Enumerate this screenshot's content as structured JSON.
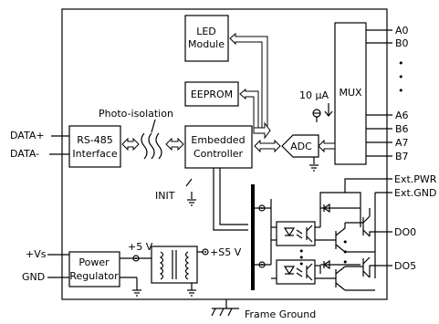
{
  "header": {
    "title": "Block Diagram"
  },
  "blocks": {
    "led": [
      "LED",
      "Module"
    ],
    "eeprom": "EEPROM",
    "mux": "MUX",
    "controller": [
      "Embedded",
      "Controller"
    ],
    "rs485": [
      "RS-485",
      "Interface"
    ],
    "adc": "ADC",
    "power": [
      "Power",
      "Regulator"
    ]
  },
  "labels": {
    "photo_isolation": "Photo-isolation",
    "current_source": "10 µA",
    "init": "INIT",
    "plus5v": "+5 V",
    "s5v": "+S5 V",
    "frame_ground": "Frame Ground"
  },
  "left_pins": {
    "data_plus": "DATA+",
    "data_minus": "DATA-",
    "vs": "+Vs",
    "gnd": "GND"
  },
  "mux_inputs": {
    "top": [
      "A0",
      "B0"
    ],
    "bottom": [
      "A6",
      "B6",
      "A7",
      "B7"
    ]
  },
  "right_outputs": {
    "ext_pwr": "Ext.PWR",
    "ext_gnd": "Ext.GND",
    "do0": "DO0",
    "do5": "DO5"
  },
  "vdots": "•"
}
